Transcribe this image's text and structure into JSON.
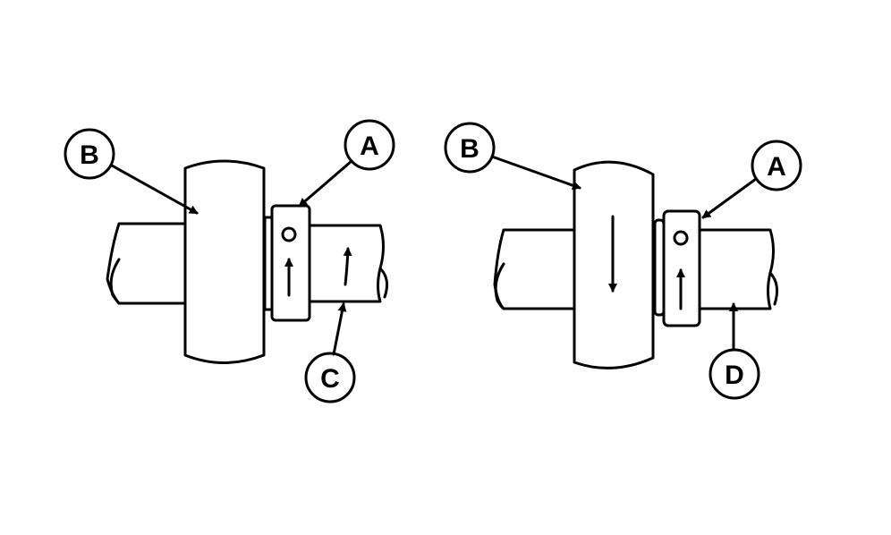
{
  "figures": [
    {
      "id": "left",
      "labels": {
        "b": "B",
        "a": "A",
        "c": "C"
      },
      "component_arrows": {
        "collar": "up",
        "shaft": "up"
      }
    },
    {
      "id": "right",
      "labels": {
        "b": "B",
        "a": "A",
        "d": "D"
      },
      "component_arrows": {
        "disc": "down",
        "collar": "up"
      }
    }
  ],
  "colors": {
    "line": "#000000",
    "background": "#ffffff"
  }
}
